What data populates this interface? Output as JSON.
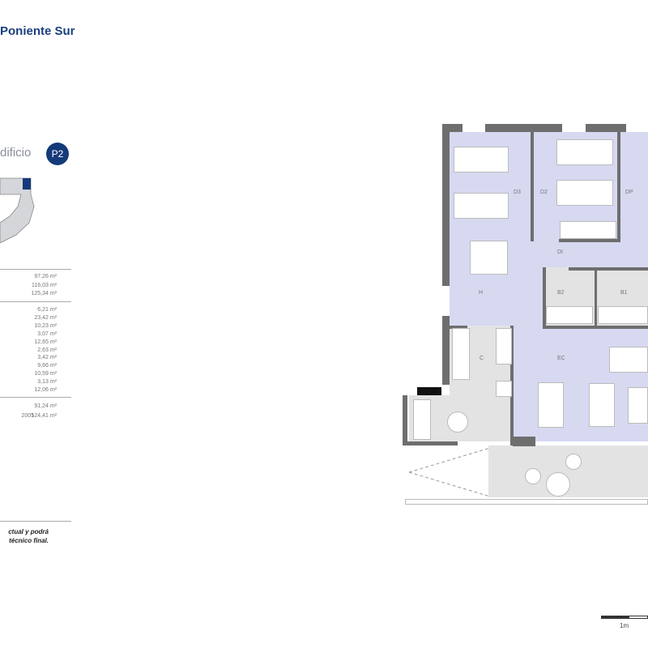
{
  "header": {
    "title": "Poniente Sur",
    "building_label": "dificio",
    "floor_badge": "P2"
  },
  "surfaces": {
    "group1": [
      "97,26 m²",
      "116,03 m²",
      "125,34 m²"
    ],
    "rooms": [
      "6,21 m²",
      "23,42 m²",
      "10,23 m²",
      "3,07 m²",
      "12,65 m²",
      "2,63 m²",
      "3,42 m²",
      "9,66 m²",
      "10,59 m²",
      "3,13 m²",
      "12,06 m²"
    ],
    "totals": [
      {
        "prefix": "",
        "value": "91,24 m²"
      },
      {
        "prefix": "2005",
        "value": "124,41 m²"
      }
    ]
  },
  "note": [
    "ctual y podrá",
    "técnico final."
  ],
  "plan": {
    "rooms": {
      "d3": "D3",
      "d2": "D2",
      "dp": "DP",
      "di": "DI",
      "h": "H",
      "b2": "B2",
      "b1": "B1",
      "c": "C",
      "ec": "EC"
    },
    "scale_label": "1m"
  },
  "colors": {
    "accent": "#153a7a",
    "room_fill": "#d7d9f1",
    "wet_fill": "#e3e3e3"
  }
}
